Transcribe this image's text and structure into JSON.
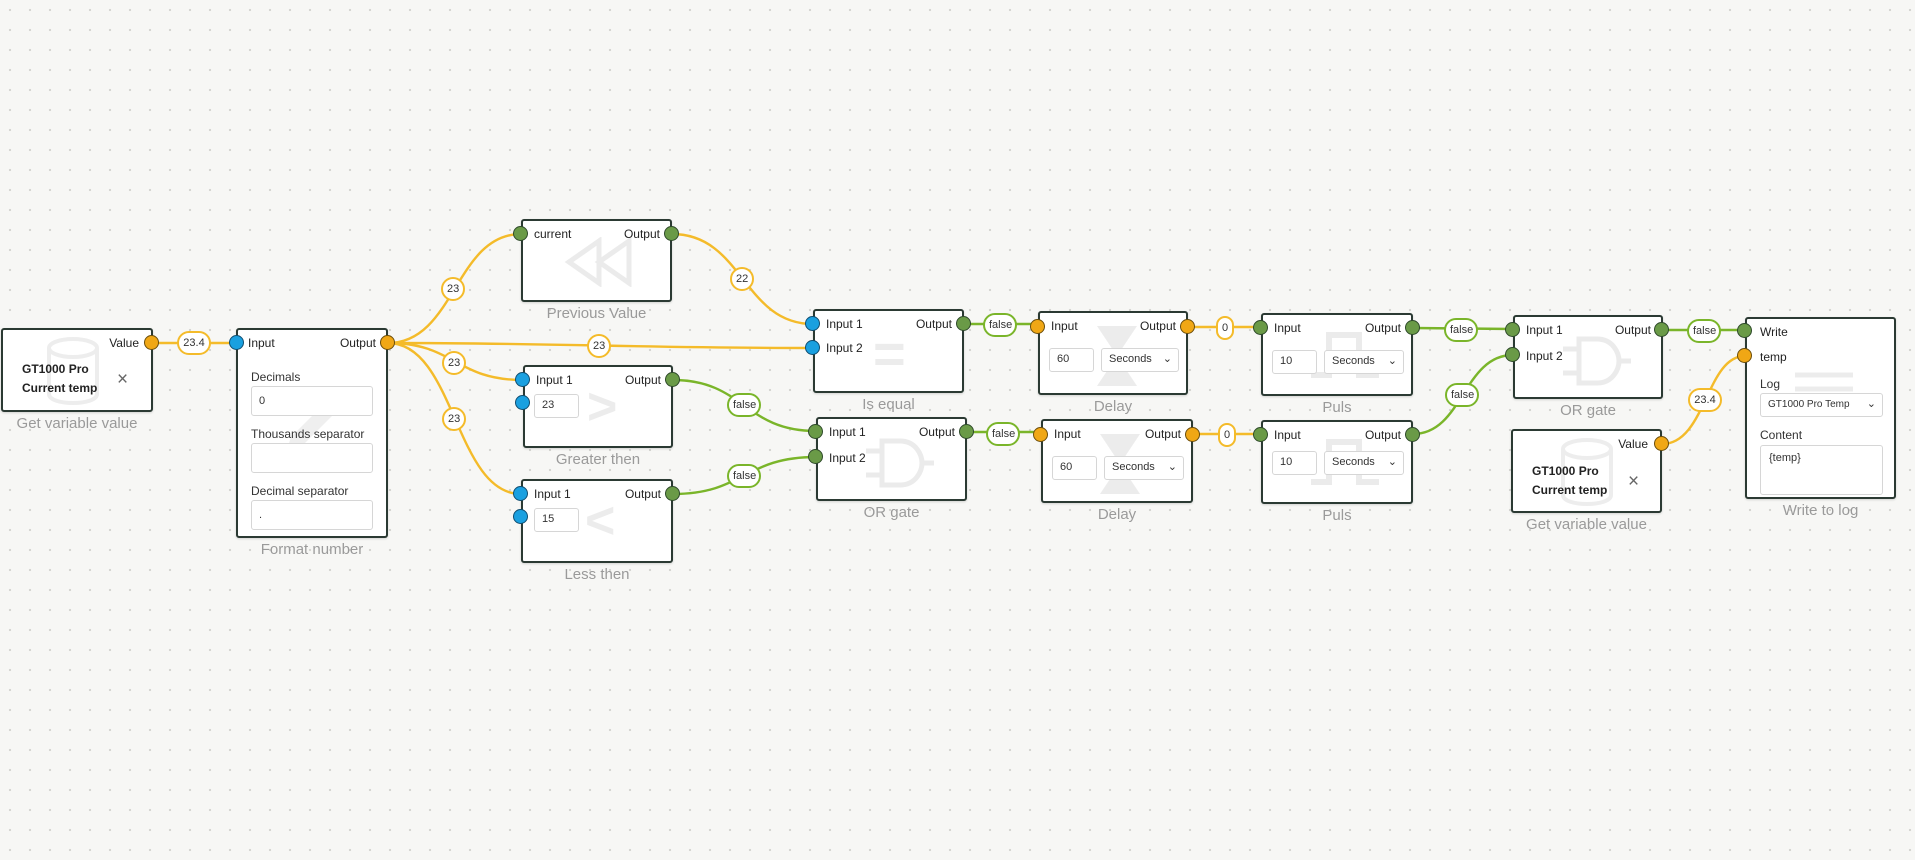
{
  "get_var_1": {
    "title": "Get variable value",
    "port_value": "Value",
    "var_line1": "GT1000 Pro",
    "var_line2": "Current temp",
    "close": "×"
  },
  "format_number": {
    "title": "Format number",
    "port_input": "Input",
    "port_output": "Output",
    "decimals_label": "Decimals",
    "decimals_value": "0",
    "thousands_label": "Thousands separator",
    "thousands_value": "",
    "decimal_sep_label": "Decimal separator",
    "decimal_sep_value": "."
  },
  "previous_value": {
    "title": "Previous Value",
    "port_current": "current",
    "port_output": "Output"
  },
  "greater_then": {
    "title": "Greater then",
    "port_input1": "Input 1",
    "port_output": "Output",
    "input2_value": "23"
  },
  "less_then": {
    "title": "Less then",
    "port_input1": "Input 1",
    "port_output": "Output",
    "input2_value": "15"
  },
  "is_equal": {
    "title": "Is equal",
    "port_input1": "Input 1",
    "port_input2": "Input 2",
    "port_output": "Output"
  },
  "or_gate_1": {
    "title": "OR gate",
    "port_input1": "Input 1",
    "port_input2": "Input 2",
    "port_output": "Output"
  },
  "delay_1": {
    "title": "Delay",
    "port_input": "Input",
    "port_output": "Output",
    "value": "60",
    "unit": "Seconds"
  },
  "delay_2": {
    "title": "Delay",
    "port_input": "Input",
    "port_output": "Output",
    "value": "60",
    "unit": "Seconds"
  },
  "puls_1": {
    "title": "Puls",
    "port_input": "Input",
    "port_output": "Output",
    "value": "10",
    "unit": "Seconds"
  },
  "puls_2": {
    "title": "Puls",
    "port_input": "Input",
    "port_output": "Output",
    "value": "10",
    "unit": "Seconds"
  },
  "or_gate_2": {
    "title": "OR gate",
    "port_input1": "Input 1",
    "port_input2": "Input 2",
    "port_output": "Output"
  },
  "get_var_2": {
    "title": "Get variable value",
    "port_value": "Value",
    "var_line1": "GT1000 Pro",
    "var_line2": "Current temp",
    "close": "×"
  },
  "write_log": {
    "title": "Write to log",
    "port_write": "Write",
    "port_temp": "temp",
    "log_label": "Log",
    "log_value": "GT1000 Pro Temp",
    "content_label": "Content",
    "content_value": "{temp}"
  },
  "badges": {
    "b_234_a": "23.4",
    "b_23_prev": "23",
    "b_23_eq": "23",
    "b_23_gt": "23",
    "b_23_lt": "23",
    "b_22": "22",
    "b_false_gt": "false",
    "b_false_lt": "false",
    "b_false_eq": "false",
    "b_false_or1": "false",
    "b_0_d1": "0",
    "b_0_d2": "0",
    "b_false_p1": "false",
    "b_false_p2": "false",
    "b_false_or2": "false",
    "b_234_b": "23.4"
  },
  "colors": {
    "wire_yellow": "#f4bb2a",
    "wire_green": "#7ab52a",
    "port_green": "#6a9a47",
    "port_orange": "#f0a715",
    "port_blue": "#1aa0e0"
  }
}
